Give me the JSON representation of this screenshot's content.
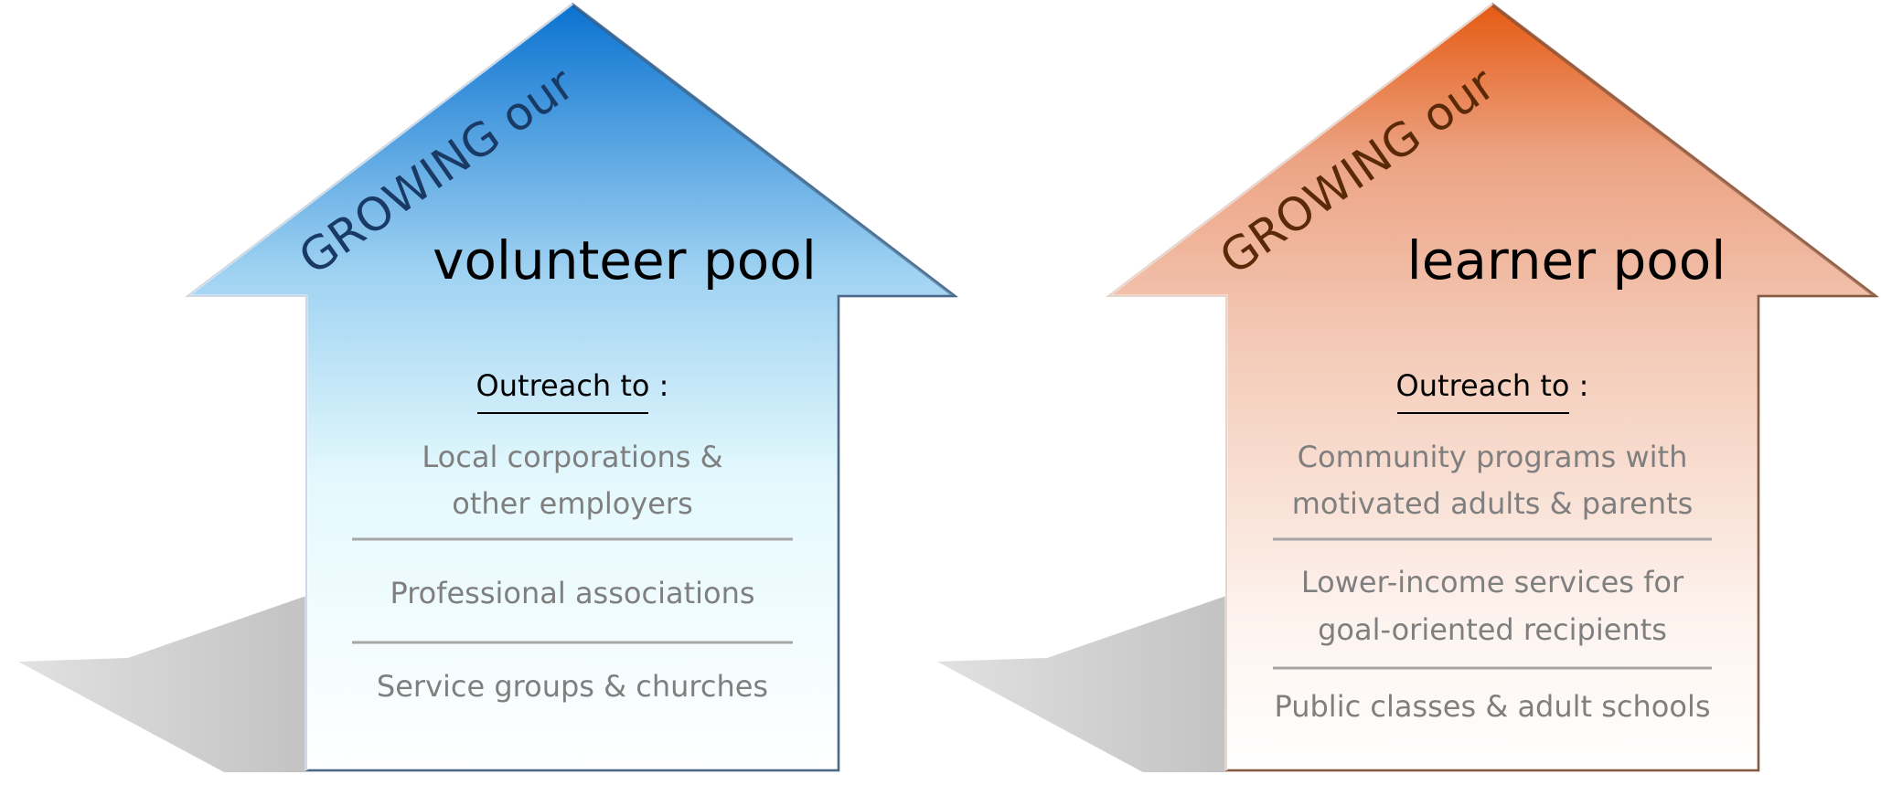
{
  "arrows": [
    {
      "tag": "GROWING our",
      "title": "volunteer pool",
      "heading": "Outreach to :",
      "items": [
        {
          "lines": [
            "Local corporations &",
            "other employers"
          ]
        },
        {
          "lines": [
            "Professional associations"
          ]
        },
        {
          "lines": [
            "Service groups & churches"
          ]
        }
      ],
      "colors": {
        "top": "#0a72d0",
        "mid": "#9fd2f2",
        "low": "#e4f9fd",
        "tag": "#1a3a66"
      }
    },
    {
      "tag": "GROWING our",
      "title": "learner pool",
      "heading": "Outreach to :",
      "items": [
        {
          "lines": [
            "Community programs with",
            "motivated adults & parents"
          ]
        },
        {
          "lines": [
            "Lower-income services for",
            "goal-oriented recipients"
          ]
        },
        {
          "lines": [
            "Public classes & adult schools"
          ]
        }
      ],
      "colors": {
        "top": "#e55a12",
        "mid": "#efb59b",
        "low": "#fbe4da",
        "tag": "#5a2a08"
      }
    }
  ]
}
